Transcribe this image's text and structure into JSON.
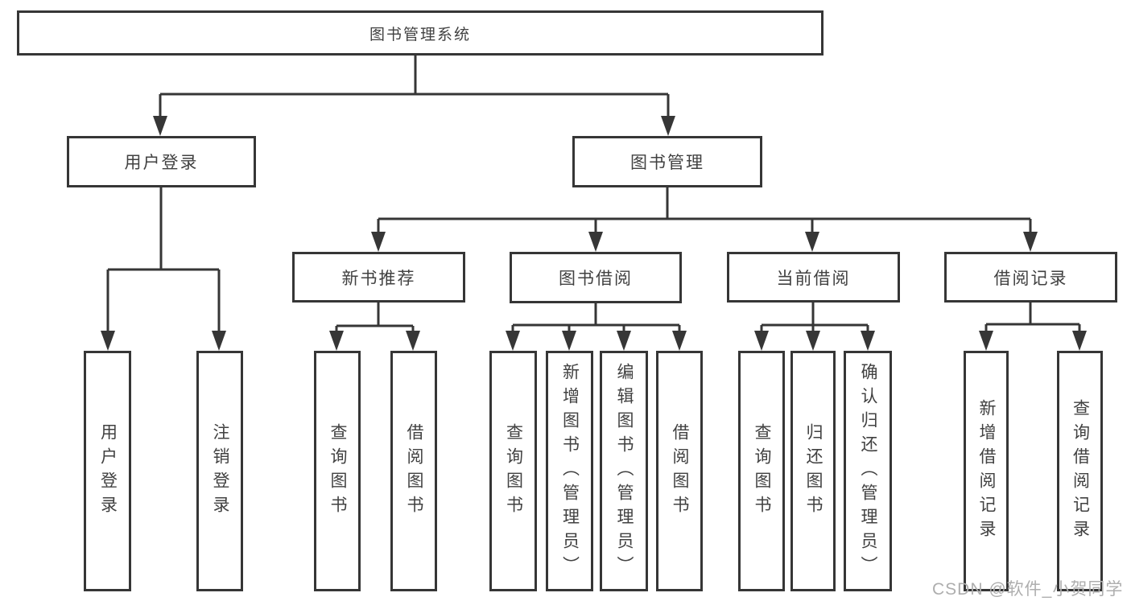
{
  "diagram": {
    "type": "hierarchy-tree",
    "title": "图书管理系统"
  },
  "nodes": {
    "root": {
      "label": "图书管理系统"
    },
    "level2": [
      {
        "label": "用户登录",
        "parent": "图书管理系统"
      },
      {
        "label": "图书管理",
        "parent": "图书管理系统"
      }
    ],
    "level3": [
      {
        "label": "新书推荐",
        "parent": "图书管理"
      },
      {
        "label": "图书借阅",
        "parent": "图书管理"
      },
      {
        "label": "当前借阅",
        "parent": "图书管理"
      },
      {
        "label": "借阅记录",
        "parent": "图书管理"
      }
    ],
    "level4": [
      {
        "label": "用户登录",
        "parent": "用户登录"
      },
      {
        "label": "注销登录",
        "parent": "用户登录"
      },
      {
        "label": "查询图书",
        "parent": "新书推荐"
      },
      {
        "label": "借阅图书",
        "parent": "新书推荐"
      },
      {
        "label": "查询图书",
        "parent": "图书借阅"
      },
      {
        "label": "新增图书（管理员）",
        "parent": "图书借阅"
      },
      {
        "label": "编辑图书（管理员）",
        "parent": "图书借阅"
      },
      {
        "label": "借阅图书",
        "parent": "图书借阅"
      },
      {
        "label": "查询图书",
        "parent": "当前借阅"
      },
      {
        "label": "归还图书",
        "parent": "当前借阅"
      },
      {
        "label": "确认归还（管理员）",
        "parent": "当前借阅"
      },
      {
        "label": "新增借阅记录",
        "parent": "借阅记录"
      },
      {
        "label": "查询借阅记录",
        "parent": "借阅记录"
      }
    ]
  },
  "watermark": "CSDN @软件_小贺同学",
  "colors": {
    "line": "#363636",
    "text": "#414141",
    "background": "#ffffff",
    "watermark": "#aeaeae"
  }
}
